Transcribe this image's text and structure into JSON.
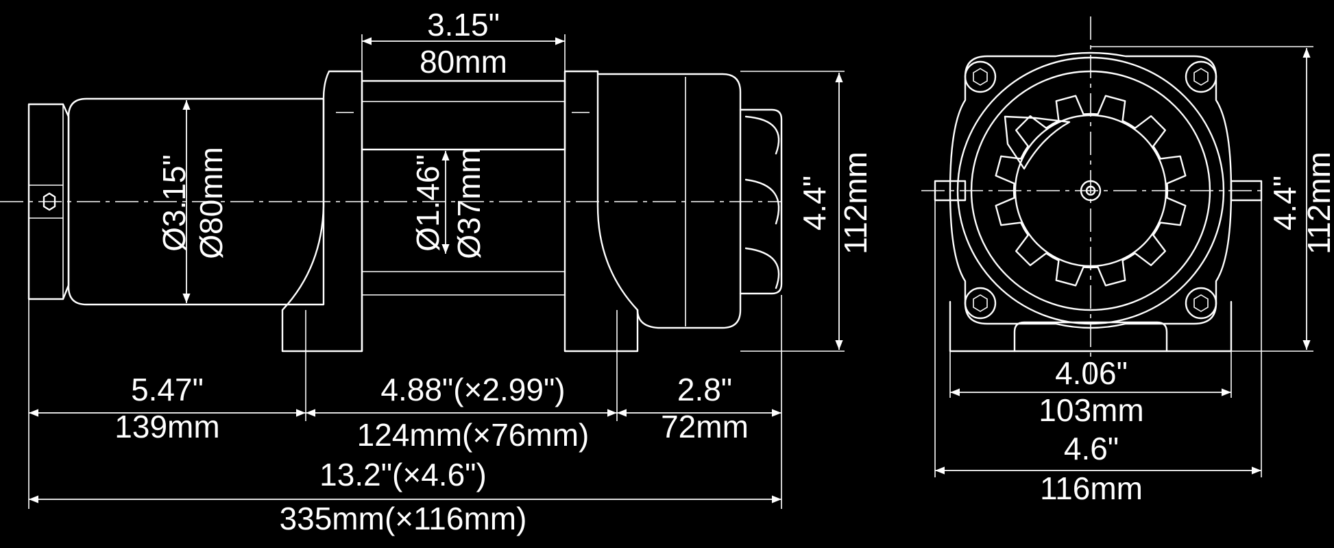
{
  "diagram": {
    "side_view": {
      "drum_length_in": "3.15\"",
      "drum_length_mm": "80mm",
      "motor_diameter_in": "Ø3.15\"",
      "motor_diameter_mm": "Ø80mm",
      "drum_diameter_in": "Ø1.46\"",
      "drum_diameter_mm": "Ø37mm",
      "height_in": "4.4\"",
      "height_mm": "112mm",
      "motor_section_in": "5.47\"",
      "motor_section_mm": "139mm",
      "mount_spacing_in": "4.88\"(×2.99\")",
      "mount_spacing_mm": "124mm(×76mm)",
      "gearbox_section_in": "2.8\"",
      "gearbox_section_mm": "72mm",
      "overall_in": "13.2\"(×4.6\")",
      "overall_mm": "335mm(×116mm)"
    },
    "end_view": {
      "height_in": "4.4\"",
      "height_mm": "112mm",
      "bolt_spacing_in": "4.06\"",
      "bolt_spacing_mm": "103mm",
      "overall_width_in": "4.6\"",
      "overall_width_mm": "116mm"
    }
  }
}
